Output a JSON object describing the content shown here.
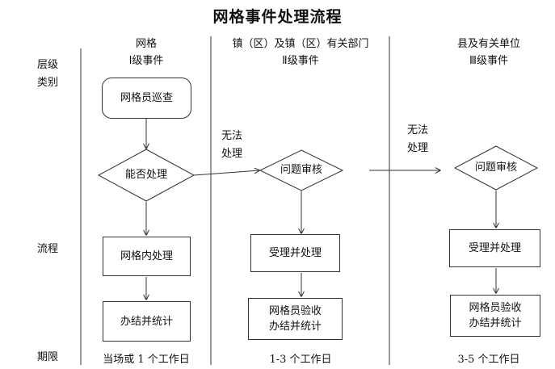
{
  "title": "网格事件处理流程",
  "columns": [
    {
      "name_line1": "网格",
      "name_line2": "Ⅰ级事件"
    },
    {
      "name_line1": "镇（区）及镇（区）有关部门",
      "name_line2": "Ⅱ级事件"
    },
    {
      "name_line1": "县及有关单位",
      "name_line2": "Ⅲ级事件"
    }
  ],
  "row_labels": {
    "level_line1": "层级",
    "level_line2": "类别",
    "process": "流程",
    "period": "期限"
  },
  "nodes": {
    "inspect": "网格员巡查",
    "can_handle": "能否处理",
    "grid_handle": "网格内处理",
    "close_stats_1": "办结并统计",
    "review_2": "问题审核",
    "accept_2": "受理并处理",
    "verify_2_line1": "网格员验收",
    "verify_2_line2": "办结并统计",
    "review_3": "问题审核",
    "accept_3": "受理并处理",
    "verify_3_line1": "网格员验收",
    "verify_3_line2": "办结并统计"
  },
  "notes": {
    "cannot_1_line1": "无法",
    "cannot_1_line2": "处理",
    "cannot_2_line1": "无法",
    "cannot_2_line2": "处理"
  },
  "periods": [
    "当场或 1 个工作日",
    "1-3 个工作日",
    "3-5 个工作日"
  ]
}
